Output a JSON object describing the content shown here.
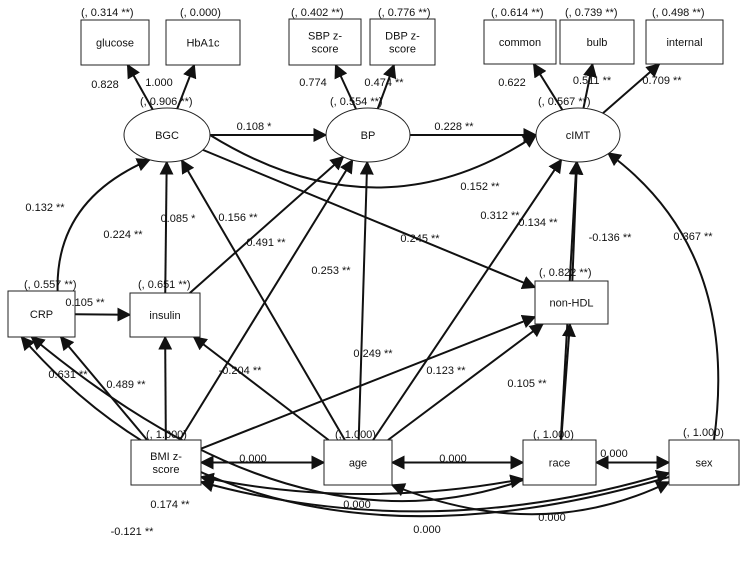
{
  "nodes": {
    "glucose": {
      "label": [
        "glucose"
      ],
      "r2": "(, 0.314 **)"
    },
    "hba1c": {
      "label": [
        "HbA1c"
      ],
      "r2": "(, 0.000)"
    },
    "sbp": {
      "label": [
        "SBP z-",
        "score"
      ],
      "r2": "(, 0.402 **)"
    },
    "dbp": {
      "label": [
        "DBP z-",
        "score"
      ],
      "r2": "(, 0.776 **)"
    },
    "common": {
      "label": [
        "common"
      ],
      "r2": "(, 0.614 **)"
    },
    "bulb": {
      "label": [
        "bulb"
      ],
      "r2": "(, 0.739 **)"
    },
    "internal": {
      "label": [
        "internal"
      ],
      "r2": "(, 0.498 **)"
    },
    "bgc": {
      "label": [
        "BGC"
      ],
      "r2": "(, 0.906 **)"
    },
    "bp": {
      "label": [
        "BP"
      ],
      "r2": "(, 0.554 **)"
    },
    "cimt": {
      "label": [
        "cIMT"
      ],
      "r2": "(, 0.567 **)"
    },
    "crp": {
      "label": [
        "CRP"
      ],
      "r2": "(, 0.557 **)"
    },
    "insulin": {
      "label": [
        "insulin"
      ],
      "r2": "(, 0.651 **)"
    },
    "nonhdl": {
      "label": [
        "non-HDL"
      ],
      "r2": "(, 0.822 **)"
    },
    "bmi": {
      "label": [
        "BMI z-",
        "score"
      ],
      "r2": "(, 1.000)"
    },
    "age": {
      "label": [
        "age"
      ],
      "r2": "(, 1.000)"
    },
    "race": {
      "label": [
        "race"
      ],
      "r2": "(, 1.000)"
    },
    "sex": {
      "label": [
        "sex"
      ],
      "r2": "(, 1.000)"
    }
  },
  "paths": [
    {
      "from": "bgc",
      "to": "glucose",
      "coef": "0.828"
    },
    {
      "from": "bgc",
      "to": "hba1c",
      "coef": "1.000"
    },
    {
      "from": "bp",
      "to": "sbp",
      "coef": "0.774"
    },
    {
      "from": "bp",
      "to": "dbp",
      "coef": "0.474 **"
    },
    {
      "from": "cimt",
      "to": "common",
      "coef": "0.622"
    },
    {
      "from": "cimt",
      "to": "bulb",
      "coef": "0.511 **"
    },
    {
      "from": "cimt",
      "to": "internal",
      "coef": "0.709 **"
    },
    {
      "from": "bgc",
      "to": "bp",
      "coef": "0.108 *"
    },
    {
      "from": "bp",
      "to": "cimt",
      "coef": "0.228 **"
    },
    {
      "from": "bgc",
      "to": "cimt",
      "coef": "0.152 **"
    },
    {
      "from": "bgc",
      "to": "nonhdl",
      "coef": "0.245 **"
    },
    {
      "from": "crp",
      "to": "bgc",
      "coef": "0.132 **"
    },
    {
      "from": "insulin",
      "to": "bgc",
      "coef": "0.224 **"
    },
    {
      "from": "age",
      "to": "bgc",
      "coef": "0.085 *"
    },
    {
      "from": "insulin",
      "to": "bp",
      "coef": "0.156 **"
    },
    {
      "from": "bmi",
      "to": "bp",
      "coef": "0.491 **"
    },
    {
      "from": "age",
      "to": "bp",
      "coef": "0.253 **"
    },
    {
      "from": "age",
      "to": "cimt",
      "coef": "0.312 **"
    },
    {
      "from": "nonhdl",
      "to": "cimt",
      "coef": "0.134 **"
    },
    {
      "from": "race",
      "to": "cimt",
      "coef": "-0.136 **"
    },
    {
      "from": "sex",
      "to": "cimt",
      "coef": "0.367 **"
    },
    {
      "from": "crp",
      "to": "insulin",
      "coef": "0.105 **"
    },
    {
      "from": "bmi",
      "to": "nonhdl",
      "coef": "0.249 **"
    },
    {
      "from": "age",
      "to": "nonhdl",
      "coef": "0.123 **"
    },
    {
      "from": "race",
      "to": "nonhdl",
      "coef": "0.105 **"
    },
    {
      "from": "bmi",
      "to": "crp",
      "coef": "0.631 **"
    },
    {
      "from": "bmi",
      "to": "insulin",
      "coef": "0.489 **"
    },
    {
      "from": "age",
      "to": "insulin",
      "coef": "-0.204 **"
    },
    {
      "from": "race",
      "to": "crp",
      "coef": "0.174 **"
    },
    {
      "from": "sex",
      "to": "crp",
      "coef": "-0.121 **"
    }
  ],
  "covariances": [
    {
      "a": "bmi",
      "b": "age",
      "coef": "0.000"
    },
    {
      "a": "age",
      "b": "race",
      "coef": "0.000"
    },
    {
      "a": "race",
      "b": "sex",
      "coef": "0.000"
    },
    {
      "a": "bmi",
      "b": "race",
      "coef": "0.000"
    },
    {
      "a": "bmi",
      "b": "sex",
      "coef": "0.000"
    },
    {
      "a": "age",
      "b": "sex",
      "coef": "0.000"
    }
  ]
}
